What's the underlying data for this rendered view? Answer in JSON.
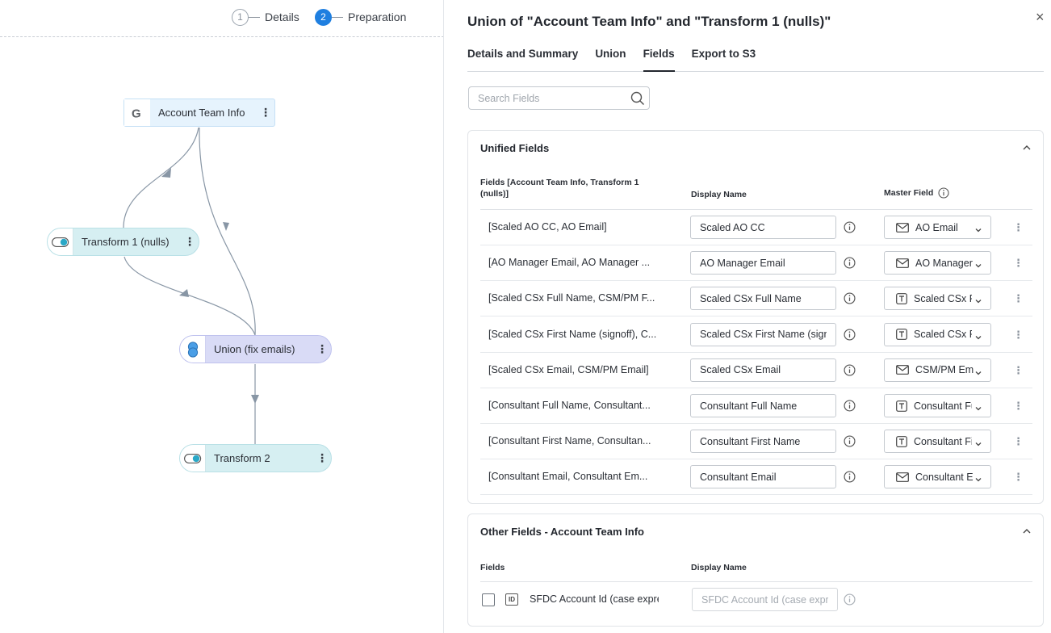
{
  "stepper": {
    "steps": [
      {
        "number": "1",
        "label": "Details"
      },
      {
        "number": "2",
        "label": "Preparation"
      }
    ]
  },
  "flow": {
    "nodes": [
      {
        "label": "Account Team Info",
        "icon": "google-icon"
      },
      {
        "label": "Transform 1 (nulls)",
        "icon": "transform-icon"
      },
      {
        "label": "Union (fix emails)",
        "icon": "union-icon"
      },
      {
        "label": "Transform 2",
        "icon": "transform-icon"
      }
    ],
    "menu_glyph": "⋮"
  },
  "panel": {
    "title": "Union of \"Account Team Info\" and \"Transform 1 (nulls)\"",
    "close_glyph": "×",
    "tabs": [
      "Details and Summary",
      "Union",
      "Fields",
      "Export to S3"
    ],
    "active_tab": "Fields",
    "search_placeholder": "Search Fields"
  },
  "unified": {
    "header": "Unified Fields",
    "col_fields": "Fields [Account Team Info, Transform 1 (nulls)]",
    "col_display": "Display Name",
    "col_master": "Master Field",
    "rows": [
      {
        "fields": "[Scaled AO CC, AO Email]",
        "display": "Scaled AO CC",
        "master": "AO Email",
        "master_icon": "email-icon"
      },
      {
        "fields": "[AO Manager Email, AO Manager ...",
        "display": "AO Manager Email",
        "master": "AO Manager Email",
        "master_icon": "email-icon"
      },
      {
        "fields": "[Scaled CSx Full Name, CSM/PM F...",
        "display": "Scaled CSx Full Name",
        "master": "Scaled CSx Full Name",
        "master_icon": "text-icon"
      },
      {
        "fields": "[Scaled CSx First Name (signoff), C...",
        "display": "Scaled CSx First Name (signoff)",
        "master": "Scaled CSx First Name",
        "master_icon": "text-icon"
      },
      {
        "fields": "[Scaled CSx Email, CSM/PM Email]",
        "display": "Scaled CSx Email",
        "master": "CSM/PM Email",
        "master_icon": "email-icon"
      },
      {
        "fields": "[Consultant Full Name, Consultant...",
        "display": "Consultant Full Name",
        "master": "Consultant Full Name",
        "master_icon": "text-icon"
      },
      {
        "fields": "[Consultant First Name, Consultan...",
        "display": "Consultant First Name",
        "master": "Consultant First Name",
        "master_icon": "text-icon"
      },
      {
        "fields": "[Consultant Email, Consultant Em...",
        "display": "Consultant Email",
        "master": "Consultant Email",
        "master_icon": "email-icon"
      }
    ]
  },
  "other": {
    "header": "Other Fields - Account Team Info",
    "col_fields": "Fields",
    "col_display": "Display Name",
    "rows": [
      {
        "type_badge": "ID",
        "fields": "SFDC Account Id (case expression)",
        "display": "SFDC Account Id (case expression)"
      }
    ]
  },
  "colors": {
    "accent": "#1f7fe0",
    "transform_node": "#d6eff2",
    "union_node": "#d9dbf6",
    "source_node": "#e6f3fd",
    "edge": "#8896a5"
  }
}
